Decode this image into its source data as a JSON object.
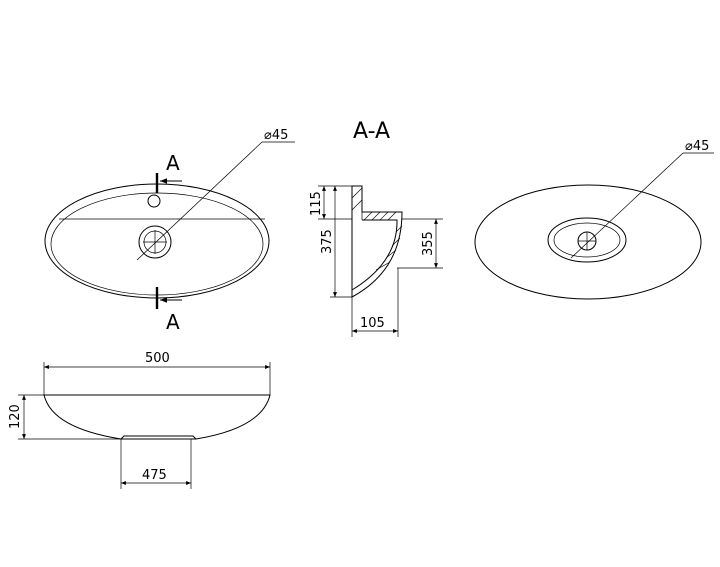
{
  "section_title": "A-A",
  "section_markers": {
    "top": "A",
    "bottom": "A"
  },
  "dimensions": {
    "top_view_drain": "⌀45",
    "right_view_drain": "⌀45",
    "section_top_height": "115",
    "section_total_height": "375",
    "section_bowl_height": "355",
    "section_depth": "105",
    "front_width": "500",
    "front_height": "120",
    "front_base_width": "475"
  }
}
